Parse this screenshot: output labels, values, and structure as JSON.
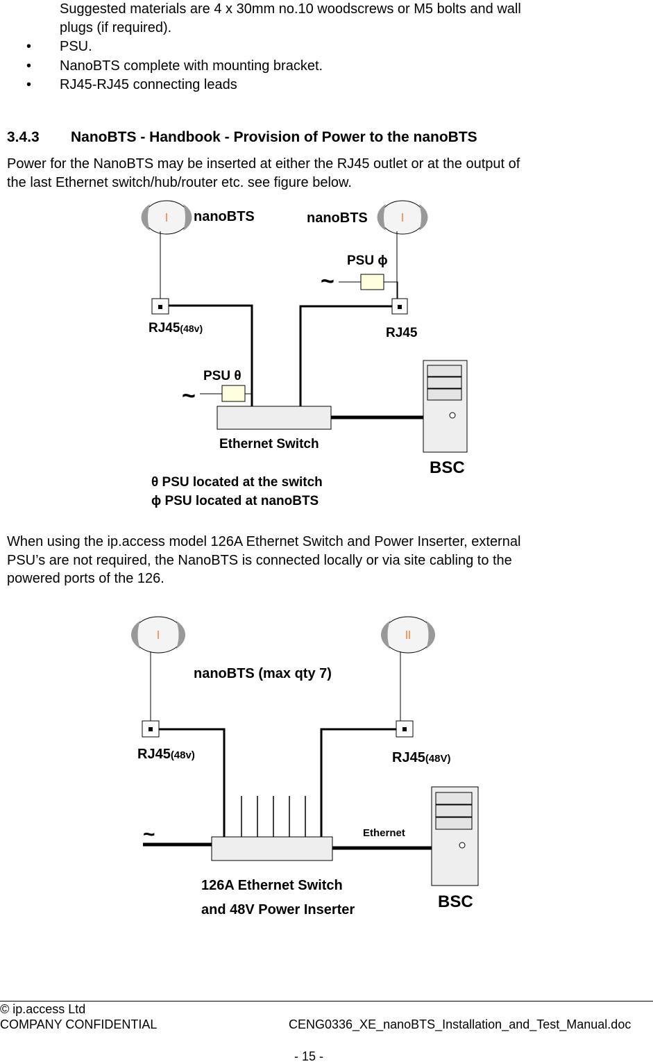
{
  "intro": {
    "line1": "Suggested materials are 4 x 30mm no.10 woodscrews or M5 bolts and wall",
    "line2": "plugs (if required).",
    "bullet_symbol": "•",
    "bullets": [
      "PSU.",
      "NanoBTS complete with mounting bracket.",
      "RJ45-RJ45 connecting leads"
    ]
  },
  "section": {
    "number": "3.4.3",
    "title": "NanoBTS - Handbook - Provision of Power to the nanoBTS",
    "para1_line1": "Power for the NanoBTS may be inserted at either the RJ45 outlet or at the output of",
    "para1_line2": "the last Ethernet switch/hub/router etc. see figure below.",
    "para2_line1": "When using the ip.access model 126A Ethernet Switch and Power Inserter, external",
    "para2_line2": "PSU’s are not required, the NanoBTS is connected locally or via site cabling to the",
    "para2_line3": "powered ports of the 126."
  },
  "figure1": {
    "nanobts_left": "nanoBTS",
    "nanobts_right": "nanoBTS",
    "psu_phi": "PSU ϕ",
    "psu_theta": "PSU θ",
    "rj45_left": "RJ45",
    "rj45_left_sub": "(48v)",
    "rj45_right": "RJ45",
    "switch_label": "Ethernet Switch",
    "bsc_label": "BSC",
    "legend_theta": "θ PSU located at the switch",
    "legend_phi": "ϕ PSU located at nanoBTS",
    "ac_symbol": "~"
  },
  "figure2": {
    "nanobts_label": "nanoBTS (max qty 7)",
    "rj45_left": "RJ45",
    "rj45_left_sub": "(48v)",
    "rj45_right": "RJ45",
    "rj45_right_sub": "(48V)",
    "ethernet_label": "Ethernet",
    "switch_line1": "126A Ethernet Switch",
    "switch_line2": "and 48V Power Inserter",
    "bsc_label": "BSC",
    "ac_symbol": "~"
  },
  "footer": {
    "company": "© ip.access Ltd",
    "confidential": "COMPANY CONFIDENTIAL",
    "document": "CENG0336_XE_nanoBTS_Installation_and_Test_Manual.doc",
    "page_number": "- 15 -"
  }
}
